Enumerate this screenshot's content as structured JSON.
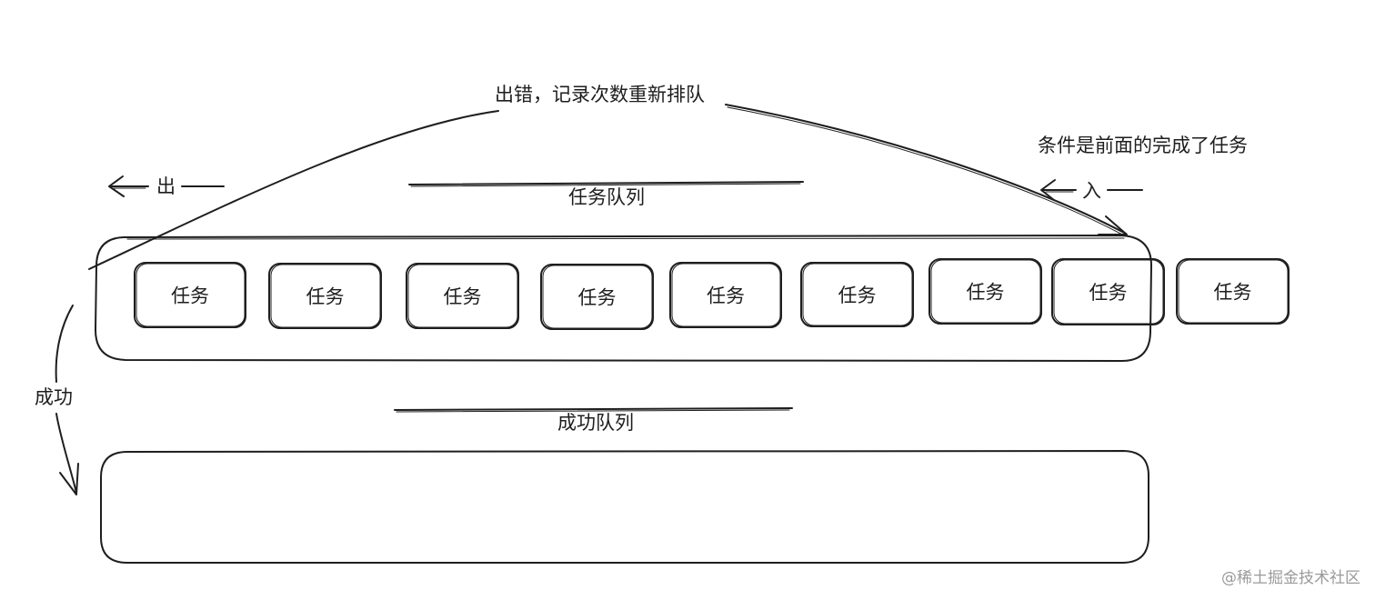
{
  "labels": {
    "retry": "出错，记录次数重新排队",
    "condition": "条件是前面的完成了任务",
    "out": "出",
    "in": "入",
    "task_queue": "任务队列",
    "success": "成功",
    "success_queue": "成功队列"
  },
  "tasks": [
    "任务",
    "任务",
    "任务",
    "任务",
    "任务",
    "任务",
    "任务",
    "任务",
    "任务"
  ],
  "watermark": "@稀土掘金技术社区",
  "colors": {
    "stroke": "#1e1e1e",
    "background": "#ffffff",
    "watermark": "#9a9a9a"
  }
}
